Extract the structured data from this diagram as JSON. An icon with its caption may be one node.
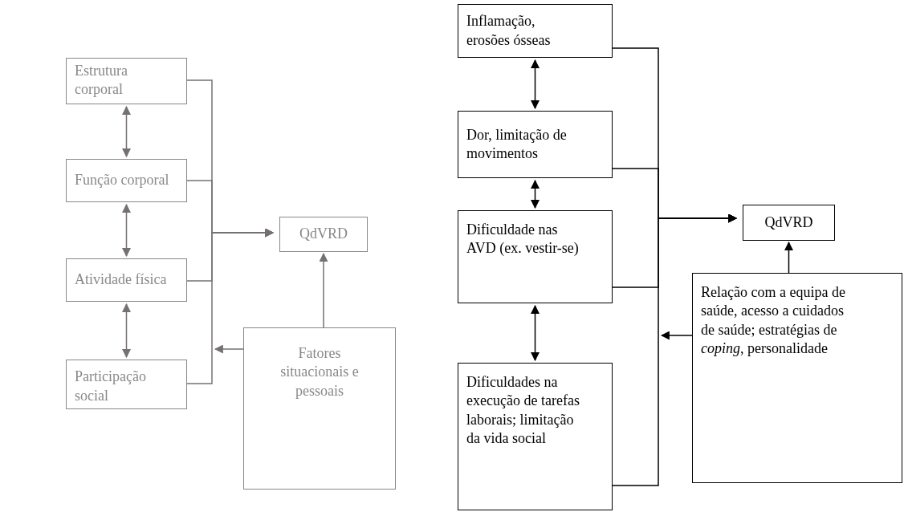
{
  "diagram": {
    "nodes": [
      {
        "text": [
          "Estrutura corporal"
        ]
      },
      {
        "text": [
          "Função corporal"
        ]
      },
      {
        "text": [
          "Atividade física"
        ]
      },
      {
        "text": [
          "Participação social"
        ]
      },
      {
        "text": [
          "QdVRD"
        ]
      },
      {
        "text": [
          "Fatores situacionais e pessoais"
        ]
      },
      {
        "text": [
          "Inflamação, erosões ósseas"
        ]
      },
      {
        "text": [
          "Dor, limitação de movimentos"
        ]
      },
      {
        "text": [
          "Dificuldade nas AVD (ex. vestir-se)"
        ]
      },
      {
        "text": [
          "Dificuldades na execução de tarefas laborais; limitação da vida social"
        ]
      },
      {
        "text": [
          "QdVRD"
        ]
      },
      {
        "text": [
          "Relação com a equipa de saúde, acesso a cuidados de saúde; estratégias de *coping*, personalidade"
        ]
      }
    ],
    "edges": [
      {
        "from": 0,
        "to": 1,
        "arrow": "both",
        "color": "#767171"
      },
      {
        "from": 1,
        "to": 2,
        "arrow": "both",
        "color": "#767171"
      },
      {
        "from": 2,
        "to": 3,
        "arrow": "both",
        "color": "#767171"
      },
      {
        "from": 0,
        "to": 4,
        "arrow": "to",
        "color": "#767171"
      },
      {
        "from": 1,
        "to": 4,
        "arrow": "to",
        "color": "#767171"
      },
      {
        "from": 2,
        "to": 4,
        "arrow": "to",
        "color": "#767171"
      },
      {
        "from": 3,
        "to": 4,
        "arrow": "to",
        "color": "#767171"
      },
      {
        "from": 5,
        "to": 4,
        "arrow": "to",
        "color": "#767171"
      },
      {
        "from": 5,
        "to": null,
        "arrow": "to",
        "color": "#767171"
      },
      {
        "from": 6,
        "to": 7,
        "arrow": "both",
        "color": "#000000"
      },
      {
        "from": 7,
        "to": 8,
        "arrow": "both",
        "color": "#000000"
      },
      {
        "from": 8,
        "to": 9,
        "arrow": "both",
        "color": "#000000"
      },
      {
        "from": 6,
        "to": 10,
        "arrow": "to",
        "color": "#000000"
      },
      {
        "from": 7,
        "to": 10,
        "arrow": "to",
        "color": "#000000"
      },
      {
        "from": 8,
        "to": 10,
        "arrow": "to",
        "color": "#000000"
      },
      {
        "from": 9,
        "to": 10,
        "arrow": "to",
        "color": "#000000"
      },
      {
        "from": 11,
        "to": 10,
        "arrow": "to",
        "color": "#000000"
      },
      {
        "from": 11,
        "to": null,
        "arrow": "to",
        "color": "#000000"
      }
    ]
  }
}
